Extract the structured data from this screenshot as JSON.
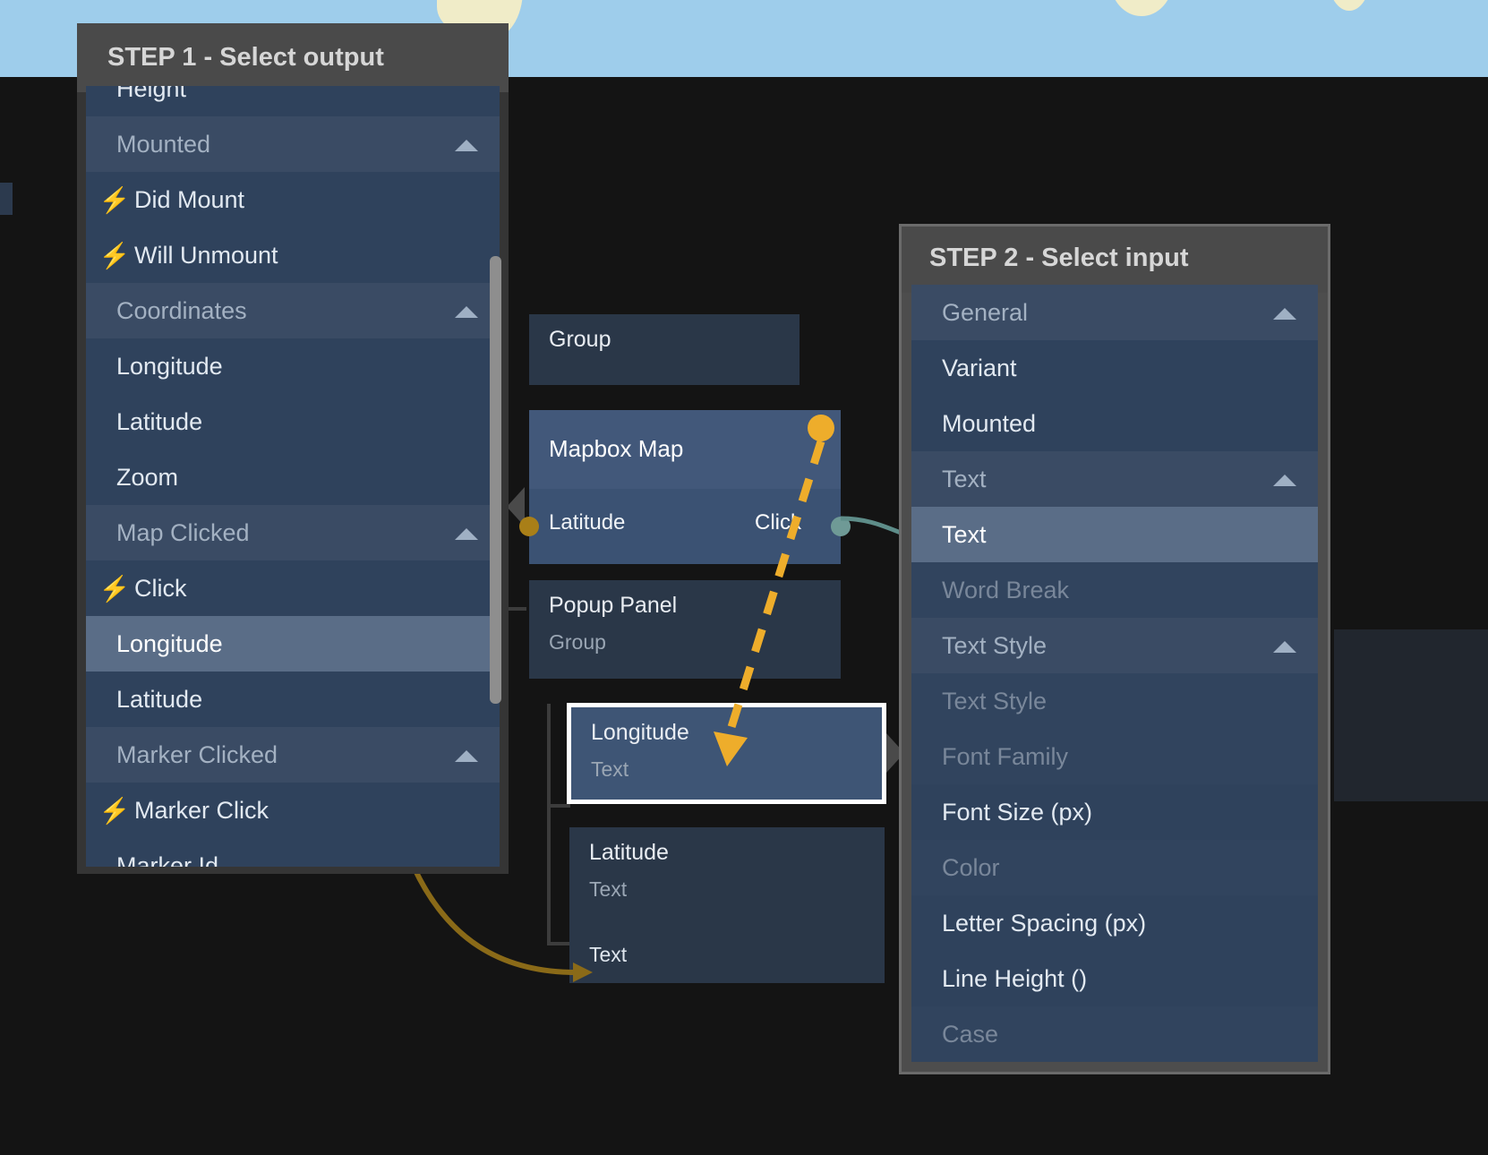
{
  "map": {
    "background_color": "#9ecdeb",
    "land_color": "#f0ecc8"
  },
  "step1": {
    "title": "STEP 1 - Select output",
    "items": [
      {
        "label": "Height",
        "kind": "item",
        "icon": null,
        "clipped": true
      },
      {
        "label": "Mounted",
        "kind": "group",
        "icon": "caret-up-icon"
      },
      {
        "label": "Did Mount",
        "kind": "item",
        "icon": "bolt-icon"
      },
      {
        "label": "Will Unmount",
        "kind": "item",
        "icon": "bolt-icon"
      },
      {
        "label": "Coordinates",
        "kind": "group",
        "icon": "caret-up-icon"
      },
      {
        "label": "Longitude",
        "kind": "item",
        "icon": null
      },
      {
        "label": "Latitude",
        "kind": "item",
        "icon": null
      },
      {
        "label": "Zoom",
        "kind": "item",
        "icon": null
      },
      {
        "label": "Map Clicked",
        "kind": "group",
        "icon": "caret-up-icon"
      },
      {
        "label": "Click",
        "kind": "item",
        "icon": "bolt-icon"
      },
      {
        "label": "Longitude",
        "kind": "selected",
        "icon": null
      },
      {
        "label": "Latitude",
        "kind": "item",
        "icon": null
      },
      {
        "label": "Marker Clicked",
        "kind": "group",
        "icon": "caret-up-icon"
      },
      {
        "label": "Marker Click",
        "kind": "item",
        "icon": "bolt-icon"
      },
      {
        "label": "Marker Id",
        "kind": "item",
        "icon": null,
        "clipped": true
      }
    ]
  },
  "step2": {
    "title": "STEP 2 - Select input",
    "items": [
      {
        "label": "General",
        "kind": "group",
        "icon": "caret-up-icon"
      },
      {
        "label": "Variant",
        "kind": "item",
        "icon": null
      },
      {
        "label": "Mounted",
        "kind": "item",
        "icon": null
      },
      {
        "label": "Text",
        "kind": "group",
        "icon": "caret-up-icon"
      },
      {
        "label": "Text",
        "kind": "selected",
        "icon": null
      },
      {
        "label": "Word Break",
        "kind": "disabled",
        "icon": null
      },
      {
        "label": "Text Style",
        "kind": "group",
        "icon": "caret-up-icon"
      },
      {
        "label": "Text Style",
        "kind": "disabled",
        "icon": null
      },
      {
        "label": "Font Family",
        "kind": "disabled",
        "icon": null
      },
      {
        "label": "Font Size (px)",
        "kind": "item",
        "icon": null
      },
      {
        "label": "Color",
        "kind": "disabled",
        "icon": null
      },
      {
        "label": "Letter Spacing (px)",
        "kind": "item",
        "icon": null
      },
      {
        "label": "Line Height ()",
        "kind": "item",
        "icon": null
      },
      {
        "label": "Case",
        "kind": "disabled",
        "icon": null
      }
    ]
  },
  "graph": {
    "group_node": {
      "title": "Group"
    },
    "mapbox_node": {
      "title": "Mapbox Map",
      "input_port_label": "Latitude",
      "output_port_label": "Click",
      "input_port_color": "#a97f18",
      "output_port_color": "#6f9a96"
    },
    "popup_node": {
      "title": "Popup Panel",
      "subtitle": "Group"
    },
    "longitude_node": {
      "title": "Longitude",
      "subtitle": "Text",
      "selected": true
    },
    "latitude_node": {
      "title": "Latitude",
      "subtitle": "Text"
    },
    "text_node": {
      "title": "Text"
    },
    "connection_colors": {
      "drag_wire": "#eead2b",
      "signal_wire": "#5e8d89",
      "hint_wire": "#8a6a18"
    }
  }
}
